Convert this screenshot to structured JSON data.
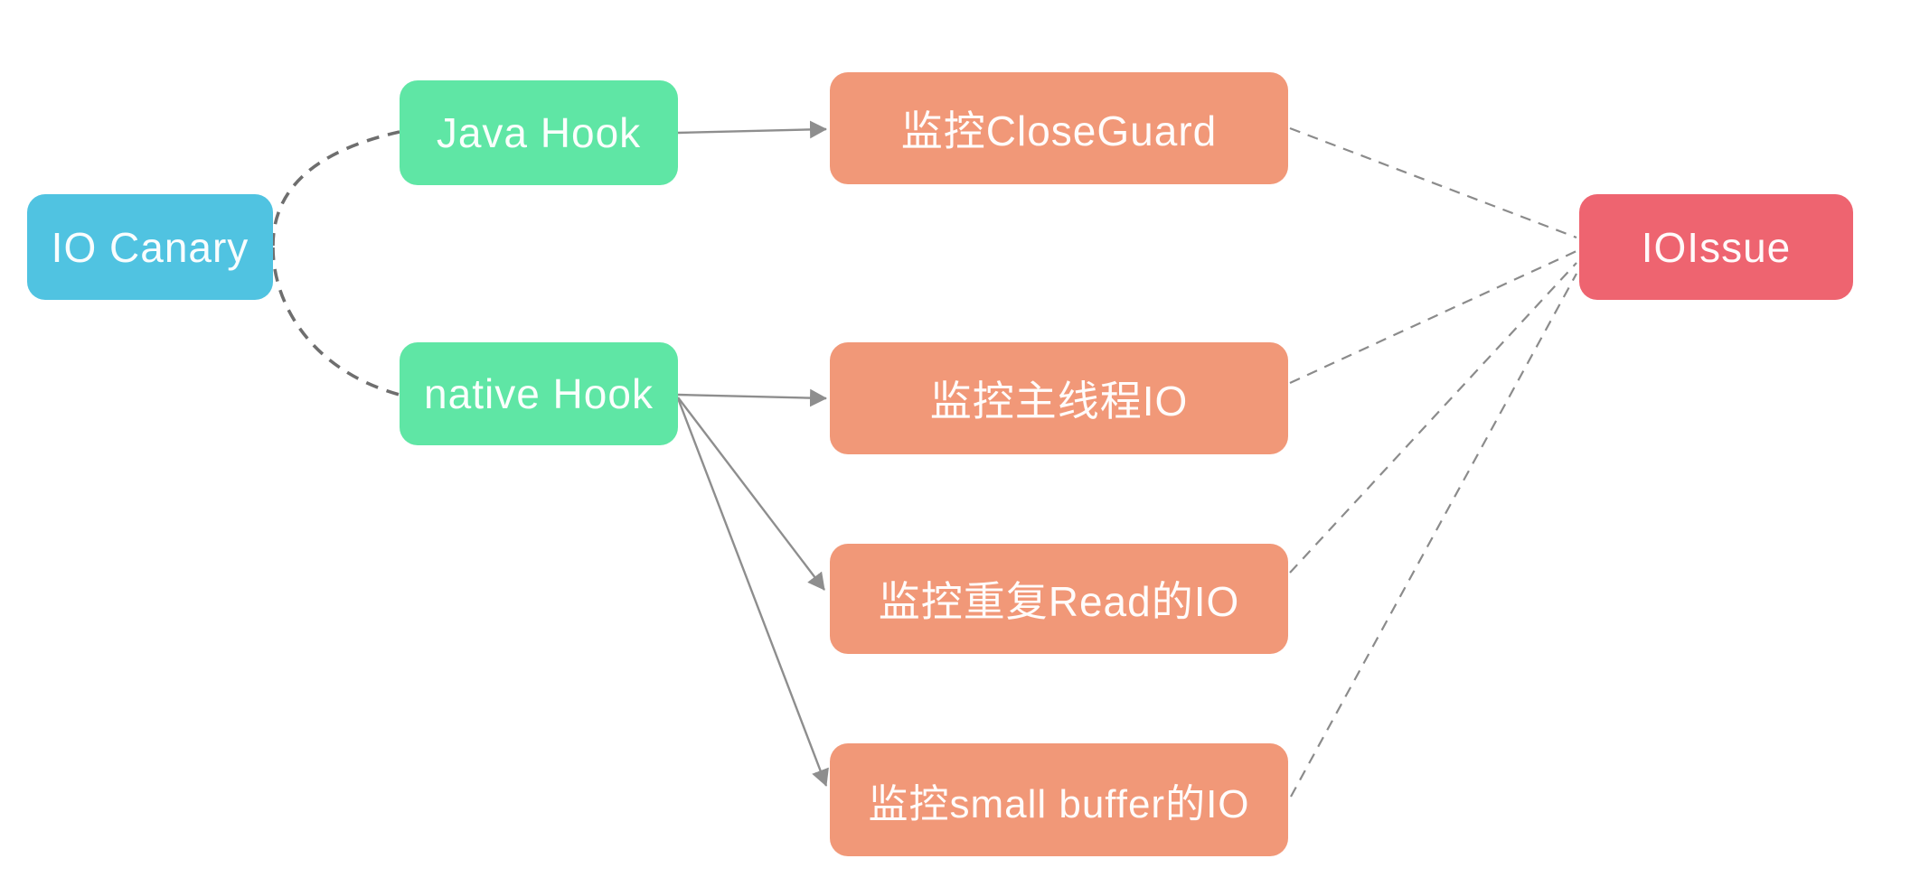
{
  "nodes": {
    "io_canary": {
      "label": "IO Canary",
      "color": "#50C3E1"
    },
    "java_hook": {
      "label": "Java Hook",
      "color": "#5FE6A5"
    },
    "native_hook": {
      "label": "native Hook",
      "color": "#5FE6A5"
    },
    "monitor_closeguard": {
      "label": "监控CloseGuard",
      "color": "#F19878"
    },
    "monitor_main_thread": {
      "label": "监控主线程IO",
      "color": "#F19878"
    },
    "monitor_repeat_read": {
      "label": "监控重复Read的IO",
      "color": "#F19878"
    },
    "monitor_small_buffer": {
      "label": "监控small buffer的IO",
      "color": "#F19878"
    },
    "io_issue": {
      "label": "IOIssue",
      "color": "#EE6470"
    }
  },
  "edges": [
    {
      "from": "IO Canary",
      "to": "Java Hook",
      "style": "dashed-curve"
    },
    {
      "from": "IO Canary",
      "to": "native Hook",
      "style": "dashed-curve"
    },
    {
      "from": "Java Hook",
      "to": "监控CloseGuard",
      "style": "solid-arrow"
    },
    {
      "from": "native Hook",
      "to": "监控主线程IO",
      "style": "solid-arrow"
    },
    {
      "from": "native Hook",
      "to": "监控重复Read的IO",
      "style": "solid-arrow"
    },
    {
      "from": "native Hook",
      "to": "监控small buffer的IO",
      "style": "solid-arrow"
    },
    {
      "from": "监控CloseGuard",
      "to": "IOIssue",
      "style": "dashed"
    },
    {
      "from": "监控主线程IO",
      "to": "IOIssue",
      "style": "dashed"
    },
    {
      "from": "监控重复Read的IO",
      "to": "IOIssue",
      "style": "dashed"
    },
    {
      "from": "监控small buffer的IO",
      "to": "IOIssue",
      "style": "dashed"
    }
  ],
  "colors": {
    "source_node": "#50C3E1",
    "hook_node": "#5FE6A5",
    "monitor_node": "#F19878",
    "issue_node": "#EE6470",
    "solid_line": "#8E8E8E",
    "dashed_line": "#8B8B8B",
    "curve_line": "#6E6E6E",
    "label_text": "#FFFFFF",
    "background": "#FFFFFF"
  }
}
